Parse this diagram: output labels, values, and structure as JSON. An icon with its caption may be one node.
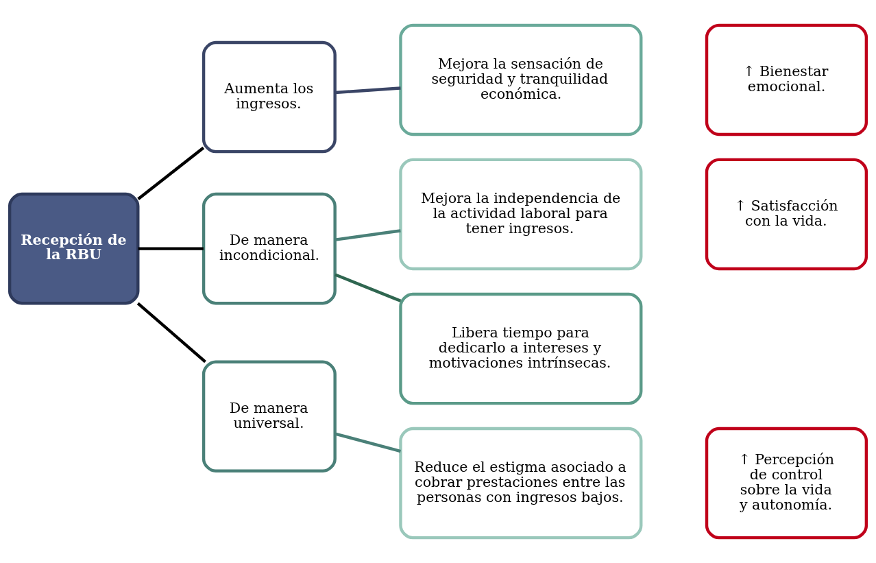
{
  "diagram": {
    "nodes": [
      {
        "text": [
          "Recepción de la RBU"
        ]
      },
      {
        "text": [
          "Aumenta los ingresos."
        ]
      },
      {
        "text": [
          "De manera incondicional."
        ]
      },
      {
        "text": [
          "De manera universal."
        ]
      },
      {
        "text": [
          "Mejora la sensación de seguridad y tranquilidad económica."
        ]
      },
      {
        "text": [
          "Mejora la independencia de la actividad laboral para tener ingresos."
        ]
      },
      {
        "text": [
          "Libera tiempo para dedicarlo a intereses y motivaciones intrínsecas."
        ]
      },
      {
        "text": [
          "Reduce el estigma asociado a cobrar prestaciones entre las personas con ingresos bajos."
        ]
      },
      {
        "text": [
          "↑ Bienestar emocional."
        ]
      },
      {
        "text": [
          "↑ Satisfacción con la vida."
        ]
      },
      {
        "text": [
          "↑ Percepción de control sobre la vida y autonomía."
        ]
      }
    ],
    "edges": [
      {
        "from": 0,
        "to": 1,
        "arrow": "none"
      },
      {
        "from": 0,
        "to": 2,
        "arrow": "none"
      },
      {
        "from": 0,
        "to": 3,
        "arrow": "none"
      },
      {
        "from": 1,
        "to": 4,
        "arrow": "none",
        "color": "#3a4566"
      },
      {
        "from": 2,
        "to": 5,
        "arrow": "none",
        "color": "#4a8078"
      },
      {
        "from": 2,
        "to": 6,
        "arrow": "none",
        "color": "#2f6650"
      },
      {
        "from": 3,
        "to": 7,
        "arrow": "none",
        "color": "#4a8078"
      }
    ]
  }
}
